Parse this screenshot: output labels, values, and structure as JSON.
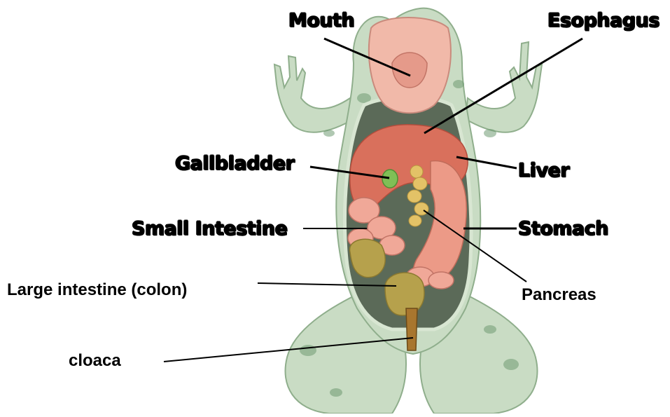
{
  "labels": {
    "mouth": "Mouth",
    "esophagus": "Esophagus",
    "gallbladder": "Gallbladder",
    "liver": "Liver",
    "small_intestine": "Small Intestine",
    "stomach": "Stomach",
    "large_intestine": "Large intestine (colon)",
    "pancreas": "Pancreas",
    "cloaca": "cloaca"
  },
  "colors": {
    "skin": "#c9dcc4",
    "skin_shadow": "#8fae8c",
    "skin_spot": "#6f9a72",
    "body_cavity": "#5b6a58",
    "mouth": "#f1b9a9",
    "liver": "#d9705c",
    "stomach": "#ec9a87",
    "intestine": "#f0a898",
    "colon": "#b6a14c",
    "pancreas": "#e3c267",
    "gallbladder": "#7fbf56",
    "leader_line": "#000000"
  }
}
